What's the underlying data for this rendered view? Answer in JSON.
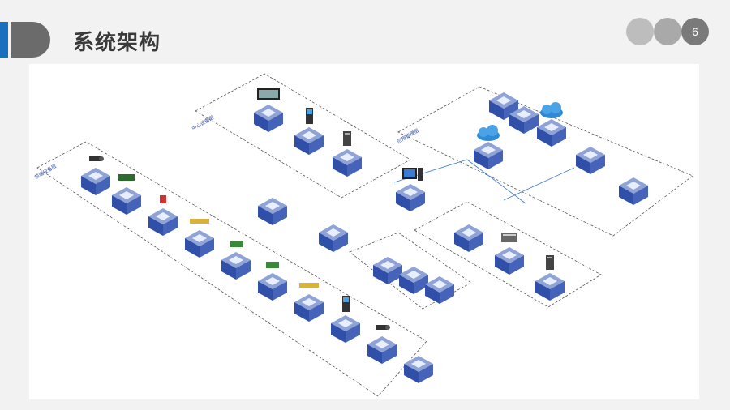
{
  "header": {
    "title": "系统架构",
    "page_number": "6"
  },
  "groups": [
    {
      "label": "前端设备层"
    },
    {
      "label": "中心设备层"
    },
    {
      "label": "应用管理层"
    }
  ],
  "nodes": [
    {
      "label": "",
      "icon": "camera-icon"
    },
    {
      "label": "",
      "icon": "display-icon"
    },
    {
      "label": "",
      "icon": "alarm-icon"
    },
    {
      "label": "",
      "icon": "gate-icon"
    },
    {
      "label": "",
      "icon": "board-icon"
    },
    {
      "label": "",
      "icon": "controller-icon"
    },
    {
      "label": "",
      "icon": "barrier-icon"
    },
    {
      "label": "",
      "icon": "terminal-icon"
    },
    {
      "label": "",
      "icon": "drone-icon"
    },
    {
      "label": "",
      "icon": ""
    },
    {
      "label": "",
      "icon": "video-wall-icon"
    },
    {
      "label": "",
      "icon": "kiosk-icon"
    },
    {
      "label": "",
      "icon": "server-icon"
    },
    {
      "label": "",
      "icon": "workstation-icon"
    },
    {
      "label": "",
      "icon": ""
    },
    {
      "label": "",
      "icon": ""
    },
    {
      "label": "",
      "icon": ""
    },
    {
      "label": "",
      "icon": ""
    },
    {
      "label": "",
      "icon": ""
    },
    {
      "label": "",
      "icon": "cloud-icon"
    },
    {
      "label": "",
      "icon": ""
    },
    {
      "label": "",
      "icon": ""
    },
    {
      "label": "",
      "icon": "cloud-icon"
    },
    {
      "label": "",
      "icon": ""
    },
    {
      "label": "",
      "icon": ""
    },
    {
      "label": "",
      "icon": ""
    },
    {
      "label": "",
      "icon": "rack-icon"
    },
    {
      "label": "",
      "icon": "server-icon"
    },
    {
      "label": "",
      "icon": "storage-icon"
    }
  ],
  "colors": {
    "accent": "#1a6fbf",
    "cube_top": "#8fa3d6",
    "cube_left": "#2f4fa8",
    "cube_right": "#4563b8",
    "line": "#444444"
  }
}
